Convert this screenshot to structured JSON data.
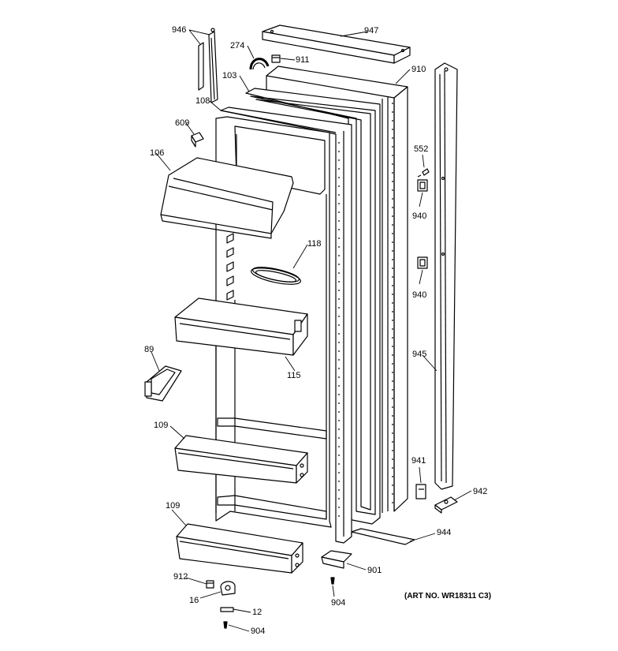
{
  "labels": {
    "946": "946",
    "947": "947",
    "274": "274",
    "911": "911",
    "910": "910",
    "103": "103",
    "108": "108",
    "609": "609",
    "552": "552",
    "106": "106",
    "940a": "940",
    "118": "118",
    "940b": "940",
    "89": "89",
    "115": "115",
    "945": "945",
    "109a": "109",
    "941": "941",
    "942": "942",
    "109b": "109",
    "944": "944",
    "901": "901",
    "912": "912",
    "904a": "904",
    "16": "16",
    "12": "12",
    "904b": "904"
  },
  "art_number": "(ART NO. WR18311 C3)",
  "colors": {
    "line": "#000000",
    "background": "#ffffff"
  }
}
